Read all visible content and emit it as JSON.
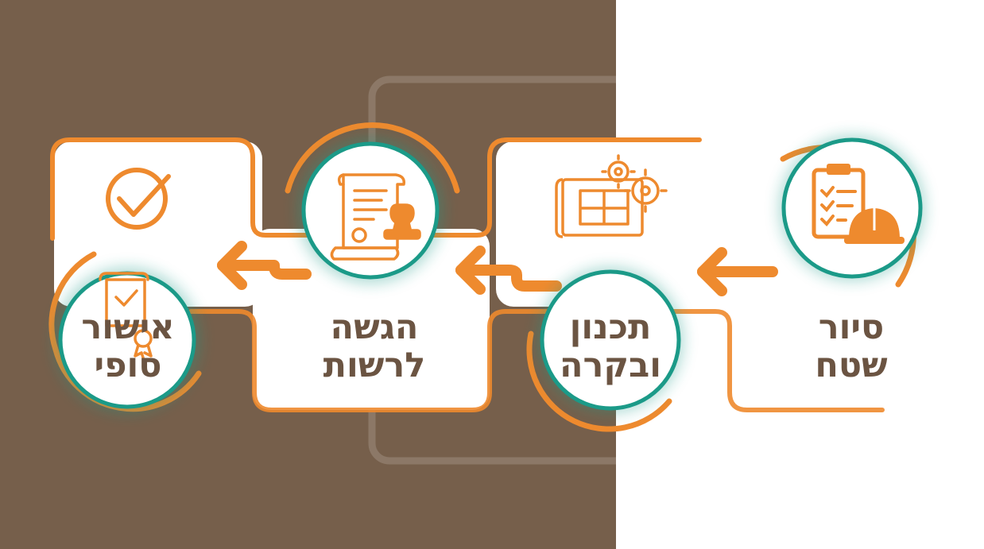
{
  "colors": {
    "brown": "#765f4b",
    "orange": "#ee8a2e",
    "teal": "#1b9a88",
    "text": "#6b5442",
    "white": "#ffffff"
  },
  "steps": [
    {
      "line1": "סיור",
      "line2": "שטח",
      "icon": "clipboard-hardhat-icon"
    },
    {
      "line1": "תכנון",
      "line2": "ובקרה",
      "icon": "blueprint-gears-icon"
    },
    {
      "line1": "הגשה",
      "line2": "לרשות",
      "icon": "document-stamp-icon"
    },
    {
      "line1": "אישור",
      "line2": "סופי",
      "icon": "certificate-ribbon-icon"
    }
  ],
  "extra_icons": [
    "checkmark-circle-icon"
  ],
  "flow_arrows": 3
}
